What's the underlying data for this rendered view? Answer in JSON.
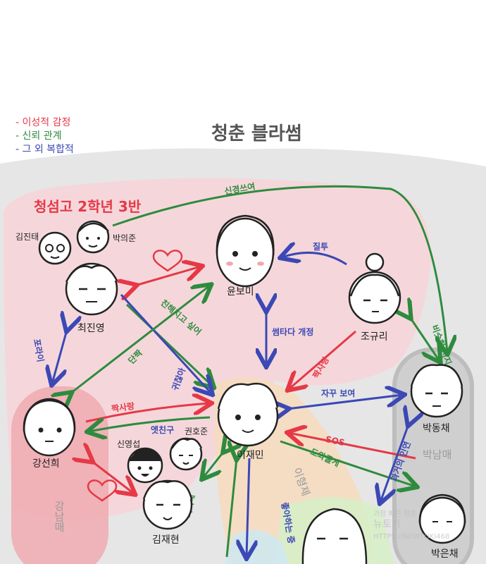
{
  "legend": {
    "romance": "- 이성적 감정",
    "trust": "- 신뢰 관계",
    "complex": "- 그 외 복합적"
  },
  "title": "청춘 블라썸",
  "class_label": "청섬고 2학년 3반",
  "people": {
    "kim_jintae": "김진태",
    "park_uijun": "박의준",
    "yun_bomi": "윤보미",
    "choi_jinyoung": "최진영",
    "jo_yuri": "조규리",
    "lee_jaemin": "이재민",
    "kang_seonhui": "강선희",
    "park_dongchae": "박동채",
    "shin_youngseop": "신영섭",
    "kwon_hojun": "권호준",
    "kim_jaehyun": "김재현",
    "park_eunchae": "박은채"
  },
  "relations": {
    "shinkyeong": "신경쓰여",
    "jealousy": "질투",
    "sseom": "썸타다 개정",
    "wanna_be_friends": "친해지고 싶어",
    "confession": "단짝",
    "pora": "포라이",
    "crush_jaemin": "짝사랑",
    "crush_seonhui": "짝사랑",
    "crush_yuri": "짝사랑",
    "gwisa": "귀찮아",
    "often_seen": "자꾸 보여",
    "close_friend": "엣친구",
    "sos": "SOS",
    "helper": "도와줄게",
    "similar": "비슷한 처지",
    "past_bond": "과거의 인연",
    "aware": "의식해",
    "mutual": "좋아하는 중"
  },
  "regions": {
    "kang_siblings": "강남매",
    "lee_brothers": "이형제",
    "park_siblings": "박남매"
  },
  "watermark": {
    "line1": "가장 빠른 웹툰",
    "line2": "뉴토끼",
    "line3": "HTTPS://NEWTOKI468"
  },
  "colors": {
    "romance": "#e8364c",
    "trust": "#2e8b3e",
    "complex": "#3b48b5"
  }
}
